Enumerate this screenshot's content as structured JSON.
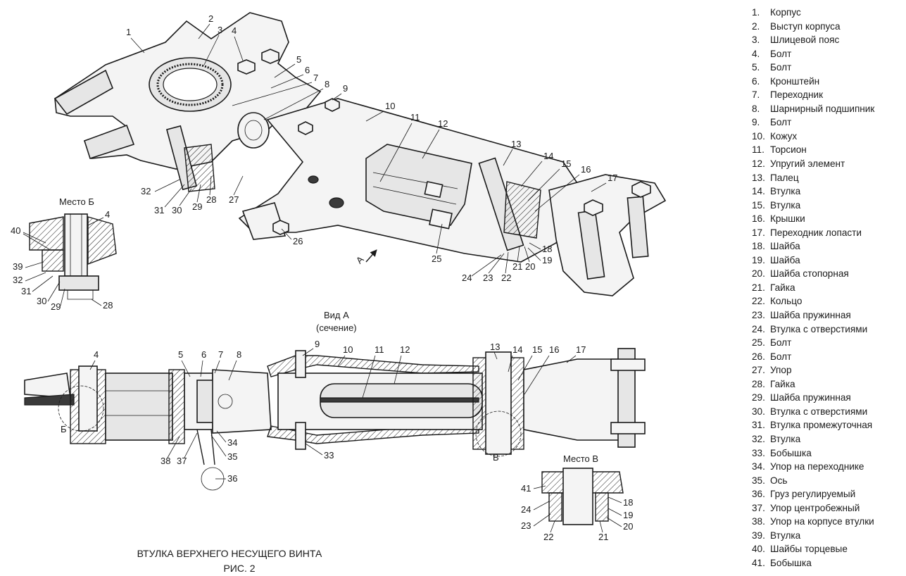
{
  "legend": [
    {
      "num": "1.",
      "text": "Корпус"
    },
    {
      "num": "2.",
      "text": "Выступ корпуса"
    },
    {
      "num": "3.",
      "text": "Шлицевой пояс"
    },
    {
      "num": "4.",
      "text": "Болт"
    },
    {
      "num": "5.",
      "text": "Болт"
    },
    {
      "num": "6.",
      "text": "Кронштейн"
    },
    {
      "num": "7.",
      "text": "Переходник"
    },
    {
      "num": "8.",
      "text": "Шарнирный подшипник"
    },
    {
      "num": "9.",
      "text": "Болт"
    },
    {
      "num": "10.",
      "text": "Кожух"
    },
    {
      "num": "11.",
      "text": "Торсион"
    },
    {
      "num": "12.",
      "text": "Упругий элемент"
    },
    {
      "num": "13.",
      "text": "Палец"
    },
    {
      "num": "14.",
      "text": "Втулка"
    },
    {
      "num": "15.",
      "text": "Втулка"
    },
    {
      "num": "16.",
      "text": "Крышки"
    },
    {
      "num": "17.",
      "text": "Переходник лопасти"
    },
    {
      "num": "18.",
      "text": "Шайба"
    },
    {
      "num": "19.",
      "text": "Шайба"
    },
    {
      "num": "20.",
      "text": "Шайба стопорная"
    },
    {
      "num": "21.",
      "text": "Гайка"
    },
    {
      "num": "22.",
      "text": "Кольцо"
    },
    {
      "num": "23.",
      "text": "Шайба пружинная"
    },
    {
      "num": "24.",
      "text": "Втулка с отверстиями"
    },
    {
      "num": "25.",
      "text": "Болт"
    },
    {
      "num": "26.",
      "text": "Болт"
    },
    {
      "num": "27.",
      "text": "Упор"
    },
    {
      "num": "28.",
      "text": "Гайка"
    },
    {
      "num": "29.",
      "text": "Шайба пружинная"
    },
    {
      "num": "30.",
      "text": "Втулка с отверстиями"
    },
    {
      "num": "31.",
      "text": "Втулка промежуточная"
    },
    {
      "num": "32.",
      "text": "Втулка"
    },
    {
      "num": "33.",
      "text": "Бобышка"
    },
    {
      "num": "34.",
      "text": "Упор на переходнике"
    },
    {
      "num": "35.",
      "text": "Ось"
    },
    {
      "num": "36.",
      "text": "Груз регулируемый"
    },
    {
      "num": "37.",
      "text": "Упор центробежный"
    },
    {
      "num": "38.",
      "text": "Упор на корпусе втулки"
    },
    {
      "num": "39.",
      "text": "Втулка"
    },
    {
      "num": "40.",
      "text": "Шайбы торцевые"
    },
    {
      "num": "41.",
      "text": "Бобышка"
    }
  ],
  "labels": {
    "place_b": "Место Б",
    "place_v": "Место В",
    "view_a": "Вид А",
    "section": "(сечение)",
    "arrow_a": "А",
    "mark_b": "Б",
    "mark_v": "В",
    "caption_title": "ВТУЛКА ВЕРХНЕГО НЕСУЩЕГО ВИНТА",
    "caption_fig": "РИС. 2"
  },
  "callouts": {
    "top": [
      "1",
      "2",
      "3",
      "4",
      "5",
      "6",
      "7",
      "8",
      "9",
      "10",
      "11",
      "12",
      "13",
      "14",
      "15",
      "16",
      "17",
      "18",
      "19",
      "20",
      "21",
      "22",
      "23",
      "24",
      "25",
      "26",
      "27",
      "28",
      "29",
      "30",
      "31",
      "32"
    ],
    "detail_b": [
      "4",
      "40",
      "39",
      "32",
      "31",
      "30",
      "29",
      "28"
    ],
    "section": [
      "4",
      "5",
      "6",
      "7",
      "8",
      "9",
      "10",
      "11",
      "12",
      "13",
      "14",
      "15",
      "16",
      "17",
      "33",
      "34",
      "35",
      "36",
      "37",
      "38"
    ],
    "detail_v": [
      "41",
      "24",
      "23",
      "22",
      "21",
      "20",
      "19",
      "18"
    ]
  }
}
